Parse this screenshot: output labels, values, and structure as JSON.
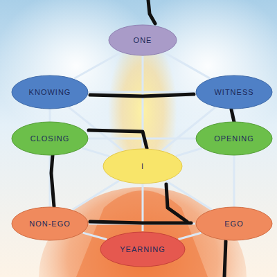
{
  "diagram": {
    "nodes": [
      {
        "text": [
          "ONE"
        ]
      },
      {
        "text": [
          "KNOWING"
        ]
      },
      {
        "text": [
          "WITNESS"
        ]
      },
      {
        "text": [
          "CLOSING"
        ]
      },
      {
        "text": [
          "OPENING"
        ]
      },
      {
        "text": [
          "I"
        ]
      },
      {
        "text": [
          "NON-EGO"
        ]
      },
      {
        "text": [
          "EGO"
        ]
      },
      {
        "text": [
          "YEARNING"
        ]
      }
    ],
    "edges": [
      {
        "from": 0,
        "to": 1,
        "arrow": "none"
      },
      {
        "from": 0,
        "to": 2,
        "arrow": "none"
      },
      {
        "from": 0,
        "to": 5,
        "arrow": "none"
      },
      {
        "from": 1,
        "to": 2,
        "arrow": "none"
      },
      {
        "from": 1,
        "to": 3,
        "arrow": "none"
      },
      {
        "from": 2,
        "to": 4,
        "arrow": "none"
      },
      {
        "from": 1,
        "to": 5,
        "arrow": "none"
      },
      {
        "from": 2,
        "to": 5,
        "arrow": "none"
      },
      {
        "from": 3,
        "to": 4,
        "arrow": "none"
      },
      {
        "from": 3,
        "to": 5,
        "arrow": "none"
      },
      {
        "from": 4,
        "to": 5,
        "arrow": "none"
      },
      {
        "from": 3,
        "to": 6,
        "arrow": "none"
      },
      {
        "from": 4,
        "to": 7,
        "arrow": "none"
      },
      {
        "from": 5,
        "to": 6,
        "arrow": "none"
      },
      {
        "from": 5,
        "to": 7,
        "arrow": "none"
      },
      {
        "from": 6,
        "to": 7,
        "arrow": "none"
      },
      {
        "from": 5,
        "to": 8,
        "arrow": "none"
      },
      {
        "from": 6,
        "to": 8,
        "arrow": "none"
      },
      {
        "from": 7,
        "to": 8,
        "arrow": "none"
      }
    ]
  }
}
